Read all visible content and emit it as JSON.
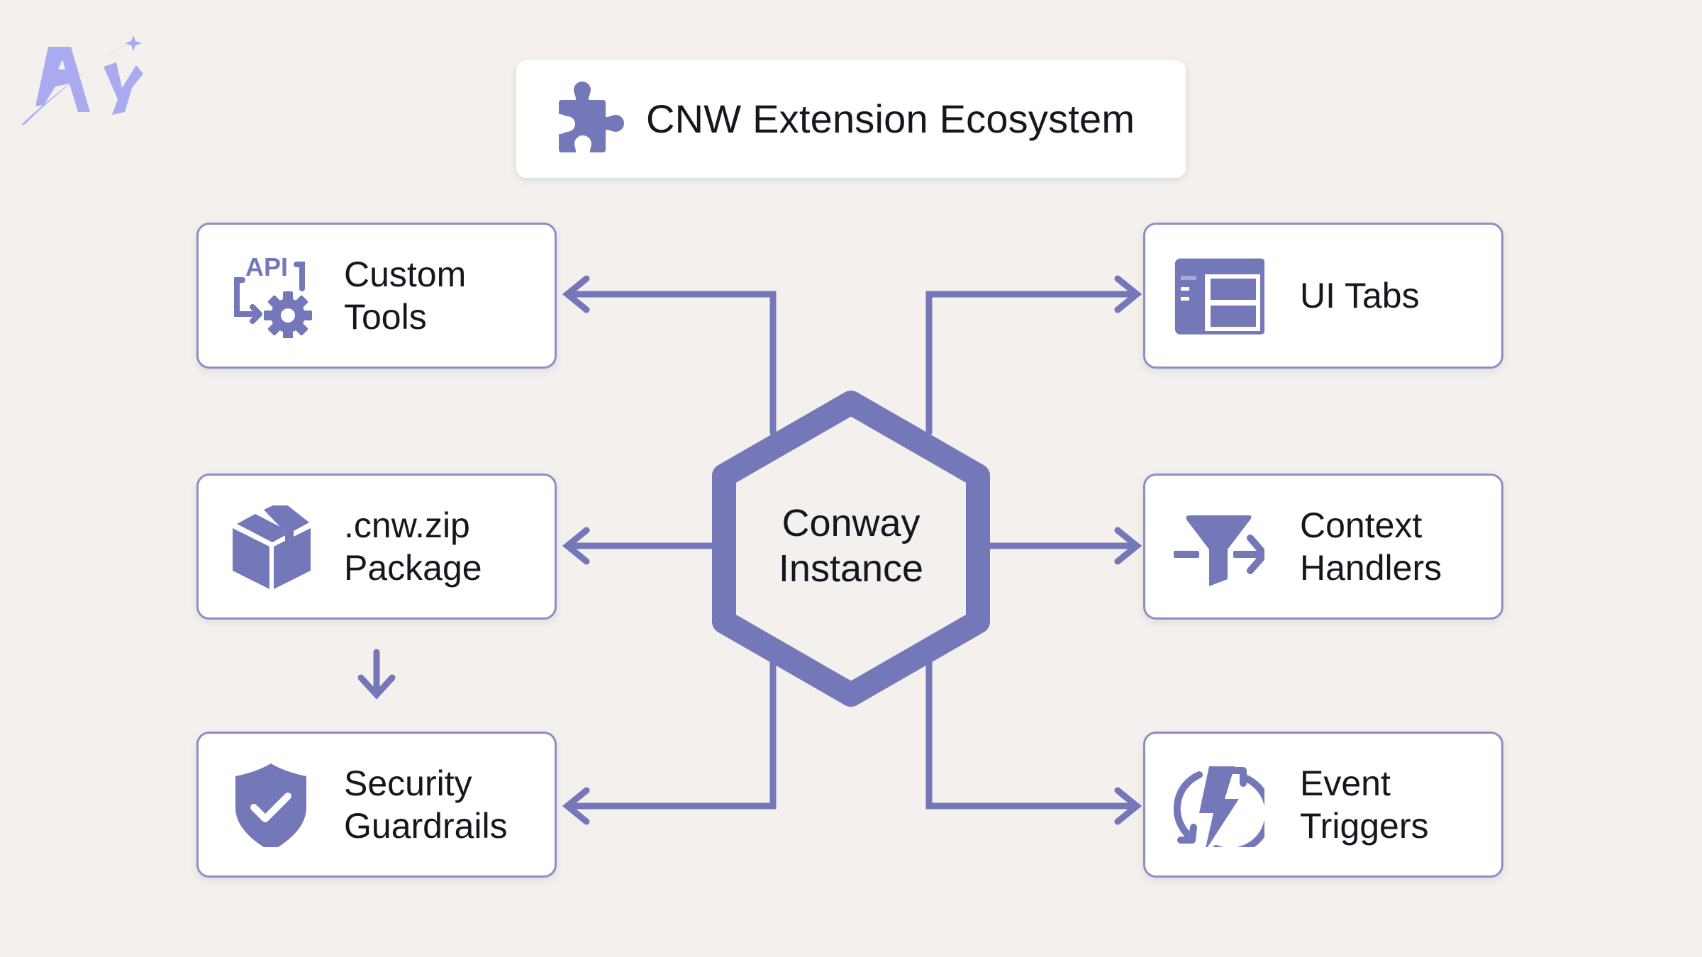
{
  "title": "CNW Extension Ecosystem",
  "colors": {
    "accent": "#7478b8",
    "accent_light": "#8c8fc2",
    "logo": "#a9aaf0",
    "background": "#f3f0ed",
    "card": "#ffffff",
    "text": "#16161f"
  },
  "logo": {
    "icon": "ay-logo-icon"
  },
  "hub": {
    "line1": "Conway",
    "line2": "Instance",
    "icon": "hexagon-shape"
  },
  "nodes": {
    "custom_tools": {
      "line1": "Custom",
      "line2": "Tools",
      "icon": "api-gear-icon"
    },
    "package": {
      "line1": ".cnw.zip",
      "line2": "Package",
      "icon": "package-box-icon"
    },
    "security": {
      "line1": "Security",
      "line2": "Guardrails",
      "icon": "shield-check-icon"
    },
    "ui_tabs": {
      "line1": "UI Tabs",
      "icon": "layout-panel-icon"
    },
    "context": {
      "line1": "Context",
      "line2": "Handlers",
      "icon": "funnel-arrow-icon"
    },
    "events": {
      "line1": "Event",
      "line2": "Triggers",
      "icon": "lightning-cycle-icon"
    }
  },
  "edges": [
    {
      "from": "hub",
      "to": "custom_tools"
    },
    {
      "from": "hub",
      "to": "package"
    },
    {
      "from": "hub",
      "to": "security"
    },
    {
      "from": "hub",
      "to": "ui_tabs"
    },
    {
      "from": "hub",
      "to": "context"
    },
    {
      "from": "hub",
      "to": "events"
    },
    {
      "from": "package",
      "to": "security"
    }
  ]
}
